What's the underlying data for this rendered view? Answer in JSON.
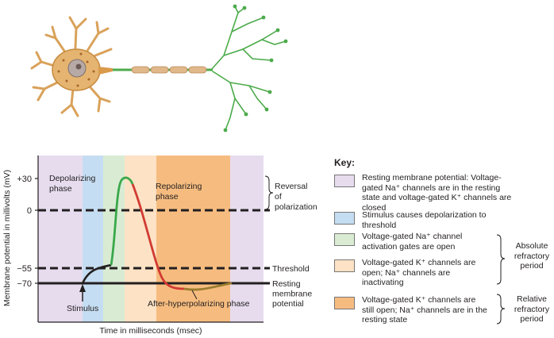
{
  "chart_data": {
    "type": "line",
    "title": "",
    "ylabel": "Membrane potential in millivolts (mV)",
    "xlabel": "Time in milliseconds (msec)",
    "y_ticks": [
      "+30",
      "0",
      "−55",
      "−70"
    ],
    "reference_lines": [
      {
        "label": "Threshold",
        "value": -55
      },
      {
        "label": "Resting membrane potential",
        "value": -70
      }
    ],
    "phase_labels": {
      "depolarizing": "Depolarizing phase",
      "repolarizing": "Repolarizing phase",
      "after_hyperpolarizing": "After-hyperpolarizing phase",
      "stimulus": "Stimulus"
    },
    "bracket_label": "Reversal of polarization",
    "colors": {
      "resting": "#e6dcee",
      "stimulus": "#c5ddf2",
      "activation": "#d9ecd3",
      "inactivating": "#fde2c5",
      "still_open": "#f6bc7f",
      "depolarizing_curve": "#3aa84a",
      "repolarizing_curve": "#d13a32",
      "after_curve": "#9a7d2e",
      "stimulus_curve": "#231f20"
    }
  },
  "key": {
    "title": "Key:",
    "items": [
      {
        "text": "Resting membrane potential: Voltage-gated Na⁺ channels are in the resting state and voltage-gated K⁺ channels are closed",
        "color": "#e6dcee"
      },
      {
        "text": "Stimulus causes depolarization to threshold",
        "color": "#c5ddf2"
      },
      {
        "text": "Voltage-gated Na⁺ channel activation gates are open",
        "color": "#d9ecd3"
      },
      {
        "text": "Voltage-gated K⁺ channels are open; Na⁺ channels are inactivating",
        "color": "#fde2c5"
      },
      {
        "text": "Voltage-gated K⁺ channels are still open; Na⁺ channels are in the resting state",
        "color": "#f6bc7f"
      }
    ],
    "absolute_period": "Absolute refractory period",
    "relative_period": "Relative refractory period"
  }
}
